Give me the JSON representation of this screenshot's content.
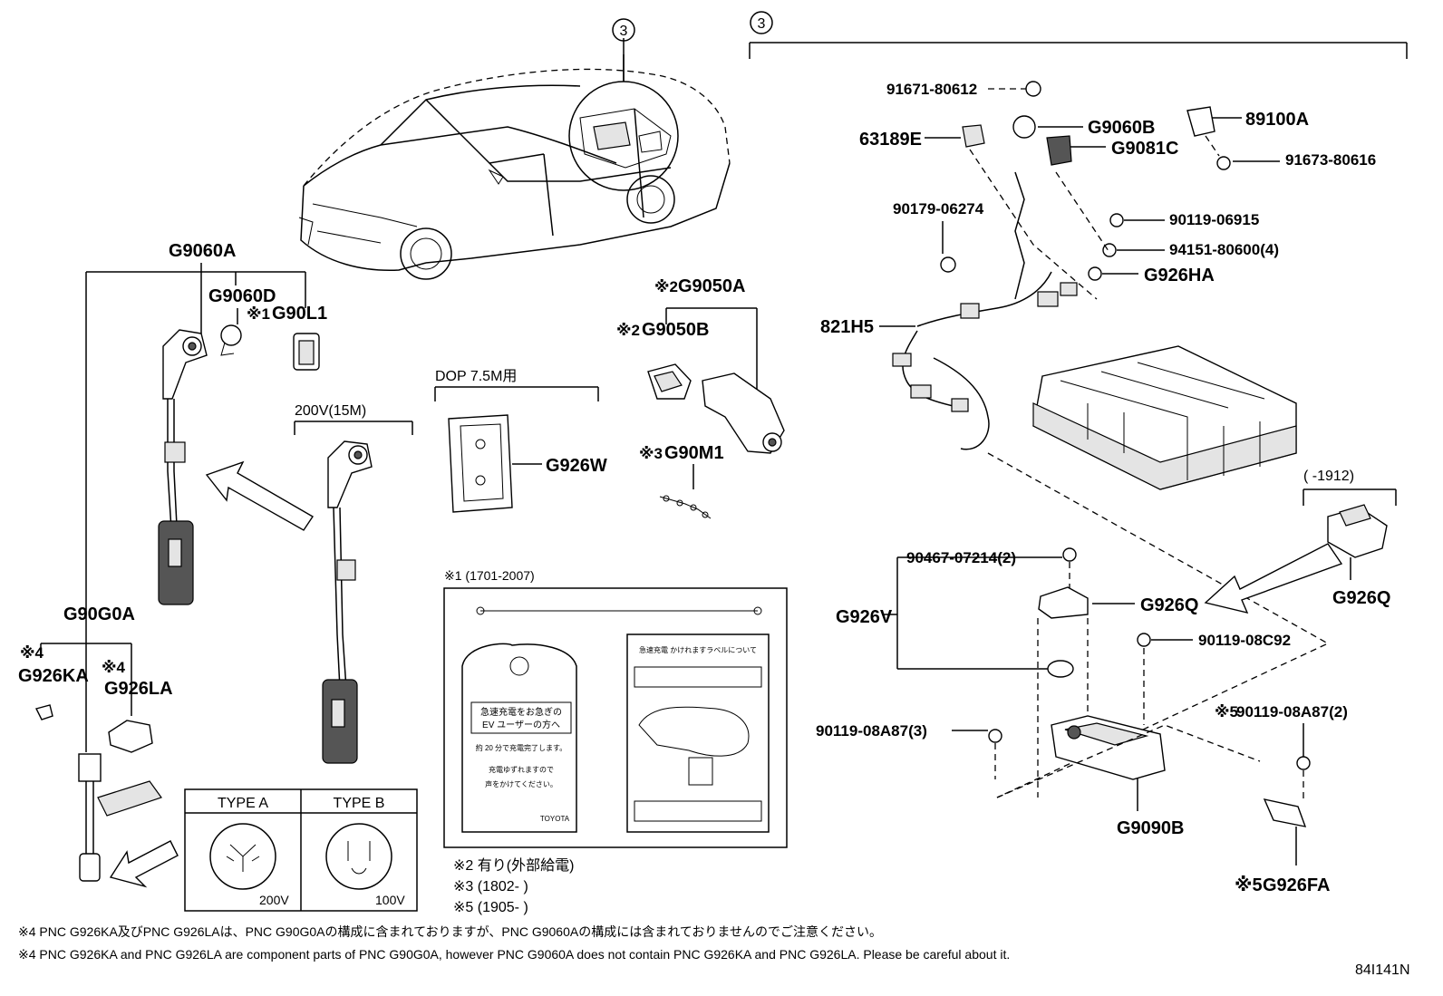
{
  "diagram_id": "84I141N",
  "callout_ref": "3",
  "parts": {
    "p_91671_80612": "91671-80612",
    "p_63189E": "63189E",
    "p_G9060B": "G9060B",
    "p_G9081C": "G9081C",
    "p_89100A": "89100A",
    "p_91673_80616": "91673-80616",
    "p_90179_06274": "90179-06274",
    "p_90119_06915": "90119-06915",
    "p_94151_80600": "94151-80600(4)",
    "p_G926HA": "G926HA",
    "p_821H5": "821H5",
    "p_G9060A": "G9060A",
    "p_G9060D": "G9060D",
    "p_G90L1": "G90L1",
    "p_G9050A": "G9050A",
    "p_G9050B": "G9050B",
    "p_G926W": "G926W",
    "p_G90M1": "G90M1",
    "p_G90G0A": "G90G0A",
    "p_G926KA": "G926KA",
    "p_G926LA": "G926LA",
    "p_90467_07214": "90467-07214(2)",
    "p_G926Q_a": "G926Q",
    "p_G926Q_b": "G926Q",
    "p_G926V": "G926V",
    "p_90119_08C92": "90119-08C92",
    "p_90119_08A87_3": "90119-08A87(3)",
    "p_90119_08A87_2": "90119-08A87(2)",
    "p_G9090B": "G9090B",
    "p_G926FA": "G926FA"
  },
  "marks": {
    "m1": "※1",
    "m2": "※2",
    "m3": "※3",
    "m4": "※4",
    "m5": "※5"
  },
  "labels": {
    "dop": "DOP 7.5M用",
    "v200_15m": "200V(15M)",
    "range_1912": "(       -1912)",
    "type_a": "TYPE A",
    "type_b": "TYPE B",
    "v200": "200V",
    "v100": "100V",
    "box1_title": "※1 (1701-2007)",
    "tag_line1": "急速充電をお急ぎの",
    "tag_line2": "EV ユーザーの方へ",
    "tag_line3": "約 20 分で充電完了します。",
    "tag_line4": "充電ゆずれますので",
    "tag_line5": "声をかけてください。",
    "tag_brand": "TOYOTA",
    "sheet_title": "急速充電 かけれますラベルについて"
  },
  "notes": {
    "n2": "※2 有り(外部給電)",
    "n3": "※3 (1802-       )",
    "n5": "※5 (1905-       )",
    "footer_jp": "※4 PNC G926KA及びPNC G926LAは、PNC G90G0Aの構成に含まれておりますが、PNC G9060Aの構成には含まれておりませんのでご注意ください。",
    "footer_en": "※4 PNC G926KA and PNC G926LA are component parts of PNC G90G0A, however PNC G9060A does not contain PNC G926KA and PNC G926LA. Please be careful about it."
  }
}
